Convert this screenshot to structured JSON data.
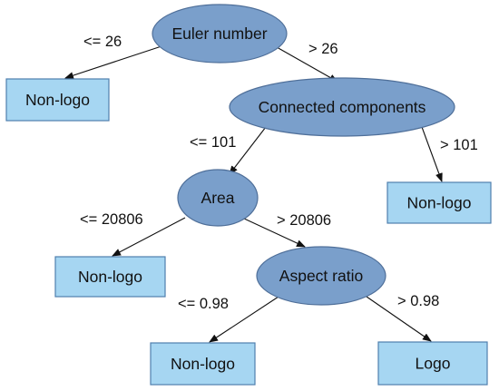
{
  "colors": {
    "decision_fill": "#7a9fcb",
    "leaf_fill": "#a6d6f2",
    "edge": "#111111"
  },
  "nodes": {
    "euler": {
      "label": "Euler number",
      "kind": "decision"
    },
    "leaf_euler_le": {
      "label": "Non-logo",
      "kind": "leaf"
    },
    "connected": {
      "label": "Connected components",
      "kind": "decision"
    },
    "area": {
      "label": "Area",
      "kind": "decision"
    },
    "leaf_connected_gt": {
      "label": "Non-logo",
      "kind": "leaf"
    },
    "leaf_area_le": {
      "label": "Non-logo",
      "kind": "leaf"
    },
    "aspect": {
      "label": "Aspect ratio",
      "kind": "decision"
    },
    "leaf_aspect_le": {
      "label": "Non-logo",
      "kind": "leaf"
    },
    "leaf_aspect_gt": {
      "label": "Logo",
      "kind": "leaf"
    }
  },
  "edges": {
    "euler_le": {
      "label": "<= 26",
      "from": "euler",
      "to": "leaf_euler_le"
    },
    "euler_gt": {
      "label": "> 26",
      "from": "euler",
      "to": "connected"
    },
    "connected_le": {
      "label": "<= 101",
      "from": "connected",
      "to": "area"
    },
    "connected_gt": {
      "label": "> 101",
      "from": "connected",
      "to": "leaf_connected_gt"
    },
    "area_le": {
      "label": "<= 20806",
      "from": "area",
      "to": "leaf_area_le"
    },
    "area_gt": {
      "label": "> 20806",
      "from": "area",
      "to": "aspect"
    },
    "aspect_le": {
      "label": "<= 0.98",
      "from": "aspect",
      "to": "leaf_aspect_le"
    },
    "aspect_gt": {
      "label": "> 0.98",
      "from": "aspect",
      "to": "leaf_aspect_gt"
    }
  }
}
